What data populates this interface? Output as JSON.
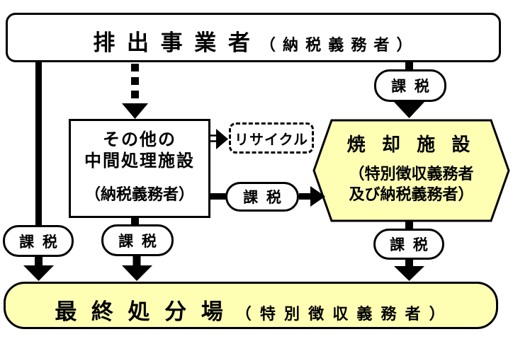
{
  "nodes": {
    "emitter": {
      "label": "排 出 事 業 者",
      "sublabel": "（ 納 税 義 務 者 ）"
    },
    "intermediate_facility": {
      "line1": "その他の",
      "line2": "中間処理施設",
      "sublabel": "（納税義務者）"
    },
    "recycle": {
      "label": "リサイクル"
    },
    "incineration_facility": {
      "label": "焼 却 施 設",
      "sublabel_line1": "（特別徴収義務者",
      "sublabel_line2": "及び納税義務者）"
    },
    "final_disposal_site": {
      "label": "最 終 処 分 場",
      "sublabel": "（ 特 別 徴 収 義 務 者 ）"
    }
  },
  "labels": {
    "tax": "課  税"
  },
  "colors": {
    "yellow_fill": "#FFFFB3",
    "white_fill": "#FFFFFF",
    "line_black": "#000000"
  }
}
